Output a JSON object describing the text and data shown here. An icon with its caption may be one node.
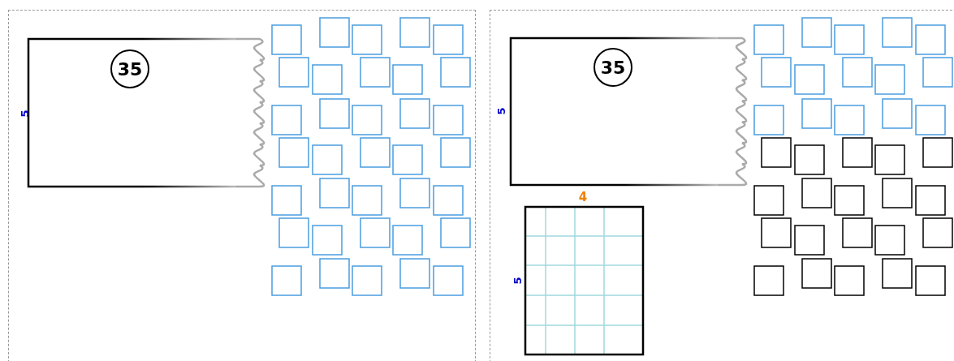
{
  "diagram": {
    "nodes": [
      {
        "text": [
          "35"
        ]
      },
      {
        "text": [
          "35"
        ]
      }
    ],
    "labels": [
      "5",
      "5",
      "4",
      "5"
    ]
  }
}
